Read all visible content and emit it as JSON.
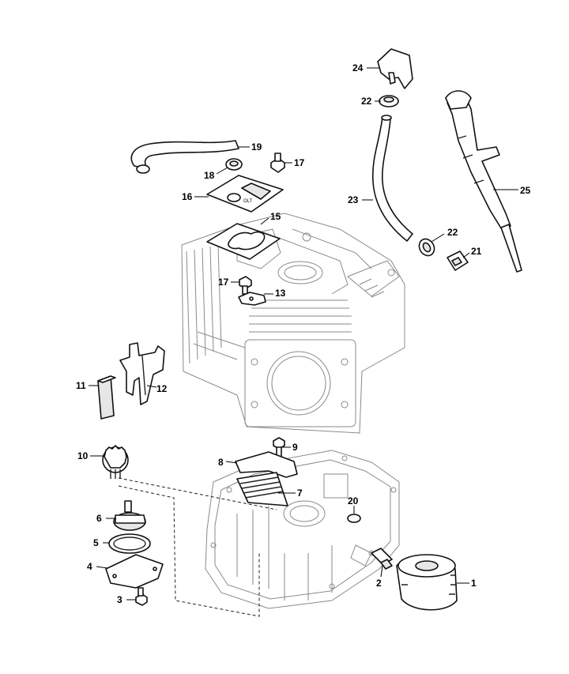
{
  "callouts": {
    "c1": "1",
    "c2": "2",
    "c3": "3",
    "c4": "4",
    "c5": "5",
    "c6": "6",
    "c7": "7",
    "c8": "8",
    "c9": "9",
    "c10": "10",
    "c11": "11",
    "c12": "12",
    "c13": "13",
    "c15": "15",
    "c16": "16",
    "c17a": "17",
    "c17b": "17",
    "c18": "18",
    "c19": "19",
    "c20": "20",
    "c21": "21",
    "c22a": "22",
    "c22b": "22",
    "c23": "23",
    "c24": "24",
    "c25": "25"
  },
  "engine_decal": "OLT"
}
